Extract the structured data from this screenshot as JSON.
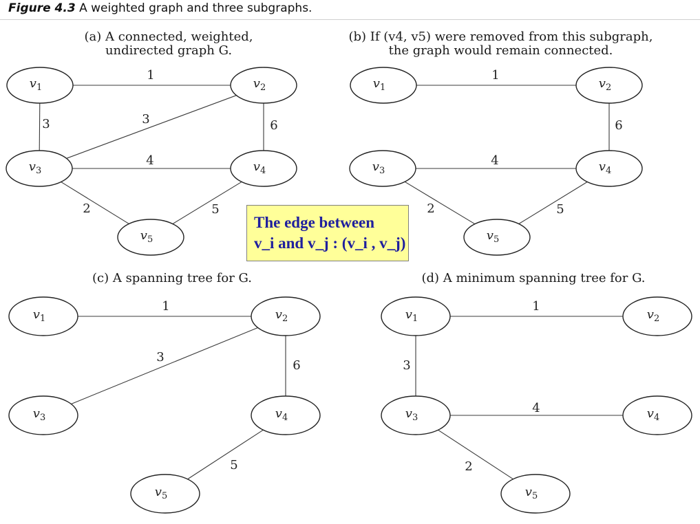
{
  "figure": {
    "number": "Figure 4.3",
    "title": "A weighted graph and three subgraphs."
  },
  "callout": {
    "line1": "The edge between",
    "line2": "v_i and v_j : (v_i , v_j)"
  },
  "panels": [
    {
      "id": "a",
      "caption_line1": "(a) A connected, weighted,",
      "caption_line2": "undirected graph G.",
      "nodes": [
        "v1",
        "v2",
        "v3",
        "v4",
        "v5"
      ],
      "edges": [
        {
          "from": "v1",
          "to": "v2",
          "weight": "1"
        },
        {
          "from": "v1",
          "to": "v3",
          "weight": "3"
        },
        {
          "from": "v2",
          "to": "v3",
          "weight": "3"
        },
        {
          "from": "v2",
          "to": "v4",
          "weight": "6"
        },
        {
          "from": "v3",
          "to": "v4",
          "weight": "4"
        },
        {
          "from": "v3",
          "to": "v5",
          "weight": "2"
        },
        {
          "from": "v4",
          "to": "v5",
          "weight": "5"
        }
      ]
    },
    {
      "id": "b",
      "caption_line1": "(b) If (v4, v5) were removed from this subgraph,",
      "caption_line2": "the graph would remain connected.",
      "nodes": [
        "v1",
        "v2",
        "v3",
        "v4",
        "v5"
      ],
      "edges": [
        {
          "from": "v1",
          "to": "v2",
          "weight": "1"
        },
        {
          "from": "v2",
          "to": "v4",
          "weight": "6"
        },
        {
          "from": "v3",
          "to": "v4",
          "weight": "4"
        },
        {
          "from": "v3",
          "to": "v5",
          "weight": "2"
        },
        {
          "from": "v4",
          "to": "v5",
          "weight": "5"
        }
      ]
    },
    {
      "id": "c",
      "caption_line1": "(c) A spanning tree for G.",
      "caption_line2": "",
      "nodes": [
        "v1",
        "v2",
        "v3",
        "v4",
        "v5"
      ],
      "edges": [
        {
          "from": "v1",
          "to": "v2",
          "weight": "1"
        },
        {
          "from": "v2",
          "to": "v3",
          "weight": "3"
        },
        {
          "from": "v2",
          "to": "v4",
          "weight": "6"
        },
        {
          "from": "v4",
          "to": "v5",
          "weight": "5"
        }
      ]
    },
    {
      "id": "d",
      "caption_line1": "(d) A minimum spanning tree for G.",
      "caption_line2": "",
      "nodes": [
        "v1",
        "v2",
        "v3",
        "v4",
        "v5"
      ],
      "edges": [
        {
          "from": "v1",
          "to": "v2",
          "weight": "1"
        },
        {
          "from": "v1",
          "to": "v3",
          "weight": "3"
        },
        {
          "from": "v3",
          "to": "v4",
          "weight": "4"
        },
        {
          "from": "v3",
          "to": "v5",
          "weight": "2"
        }
      ]
    }
  ]
}
